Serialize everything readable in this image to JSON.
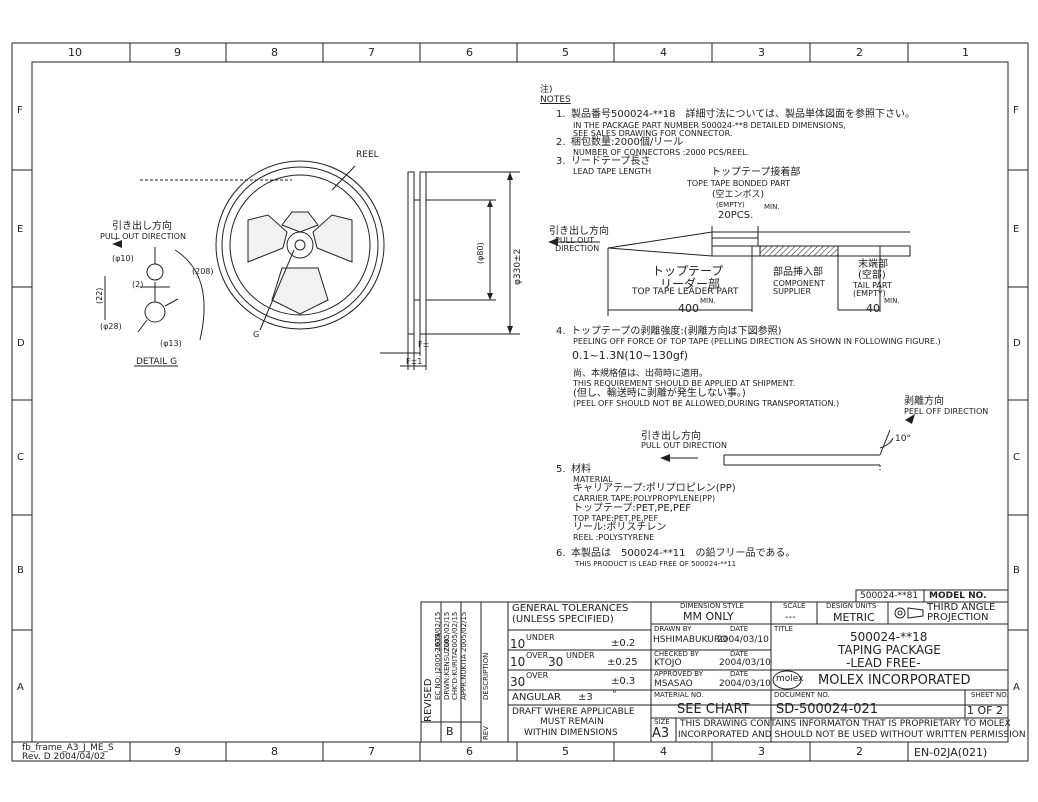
{
  "frame": {
    "col_labels": [
      "10",
      "9",
      "8",
      "7",
      "6",
      "5",
      "4",
      "3",
      "2",
      "1"
    ],
    "row_labels": [
      "F",
      "E",
      "D",
      "C",
      "B",
      "A"
    ],
    "corner_frame_name": "fb_frame_A3_J_ME_S",
    "corner_frame_rev": "Rev. D 2004/04/02",
    "form_no": "EN-02JA(021)"
  },
  "drawing": {
    "reel_label": "REEL",
    "pull_out_jp": "引き出し方向",
    "pull_out_en": "PULL OUT DIRECTION",
    "dim_phi10": "(φ10)",
    "dim_2": "(2)",
    "dim_22": "(22)",
    "dim_phi28": "(φ28)",
    "dim_phi13": "(φ13)",
    "dim_r208": "(208)",
    "dim_phi80": "(φ80)",
    "dim_phi330": "φ330±2",
    "g_label": "G",
    "detail_label": "DETAIL G",
    "dim_f1": "F±",
    "dim_f2": "F±1"
  },
  "notes": {
    "heading_jp": "注)",
    "heading_en": "NOTES",
    "n1_num": "1.",
    "n1_jp": "製品番号500024-**18　詳細寸法については、製品単体図面を参照下さい。",
    "n1_en1": "IN THE PACKAGE PART NUMBER 500024-**8 DETAILED DIMENSIONS,",
    "n1_en2": "SEE SALES DRAWING FOR CONNECTOR.",
    "n2_num": "2.",
    "n2_jp": "梱包数量:2000個/リール",
    "n2_en": "NUMBER OF CONNECTORS :2000 PCS/REEL.",
    "n3_num": "3.",
    "n3_jp": "リードテープ長さ",
    "n3_en": "LEAD TAPE LENGTH",
    "tape_bonded_jp": "トップテープ接着部",
    "tape_bonded_en": "TOPE TAPE BONDED PART",
    "empty_jp": "(空エンボス)",
    "empty_en": "(EMPTY)",
    "min_label": "MIN.",
    "pcs20": "20PCS.",
    "pull_jp": "引き出し方向",
    "pull_en1": "PULL OUT",
    "pull_en2": "DIRECTION",
    "leader_jp1": "トップテープ",
    "leader_jp2": "リーダー部",
    "leader_en": "TOP TAPE LEADER PART",
    "comp_jp": "部品挿入部",
    "comp_en1": "COMPONENT",
    "comp_en2": "SUPPLIER",
    "tail_jp1": "末端部",
    "tail_jp2": "(空部)",
    "tail_en1": "TAIL PART",
    "tail_en2": "(EMPTY)",
    "len400": "400",
    "len40": "40",
    "n4_num": "4.",
    "n4_jp": "トップテープの剥離強度:(剥離方向は下図参照)",
    "n4_en": "PEELING OFF FORCE OF TOP TAPE (PELLING DIRECTION AS SHOWN IN FOLLOWING FIGURE.)",
    "n4_value": "0.1~1.3N(10~130gf)",
    "n4_jp2": "尚、本規格値は、出荷時に適用。",
    "n4_en2": "THIS REQUIREMENT SHOULD BE APPLIED AT SHIPMENT.",
    "n4_jp3": "(但し、輸送時に剥離が発生しない事。)",
    "n4_en3": "(PEEL OFF SHOULD NOT BE ALLOWED,DURING TRANSPORTATION.)",
    "peel_jp": "剥離方向",
    "peel_en": "PEEL OFF DIRECTION",
    "angle": "10°",
    "pull2_jp": "引き出し方向",
    "pull2_en": "PULL OUT DIRECTION",
    "n5_num": "5.",
    "n5_jp": "材料",
    "n5_en": "MATERIAL",
    "n5_carrier_jp": "キャリアテープ:ポリプロピレン(PP)",
    "n5_carrier_en": "CARRIER TAPE:POLYPROPYLENE(PP)",
    "n5_top_jp": "トップテープ:PET,PE,PEF",
    "n5_top_en": "TOP TAPE:PET,PE,PEF",
    "n5_reel_jp": "リール:ポリスチレン",
    "n5_reel_en": "REEL :POLYSTYRENE",
    "n6_num": "6.",
    "n6_jp": "本製品は　500024-**11　の鉛フリー品である。",
    "n6_en": "THIS PRODUCT IS LEAD FREE OF 500024-**11"
  },
  "title_block": {
    "model_value": "500024-**81",
    "model_label": "MODEL NO.",
    "revised_label": "REVISED",
    "ec_no": "EC NO: J2005-1634",
    "drwn": "DRWN:KENSUZUK",
    "chkd": "CHK'D:KURITA",
    "apprd": "APPR:NUKITA",
    "date1": "2005/02/15",
    "date2": "2005/02/15",
    "date3": "2005/02/15",
    "date4": "2005/02/15",
    "description_label": "DESCRIPTION",
    "rev_label": "REV",
    "rev_value": "B",
    "gen_tol_1": "GENERAL TOLERANCES",
    "gen_tol_2": "(UNLESS SPECIFIED)",
    "tol_rows": [
      {
        "range_a": "10",
        "word_a": "UNDER",
        "range_b": "",
        "word_b": "",
        "tol": "±0.2"
      },
      {
        "range_a": "10",
        "word_a": "OVER",
        "range_b": "30",
        "word_b": "UNDER",
        "tol": "±0.25"
      },
      {
        "range_a": "30",
        "word_a": "OVER",
        "range_b": "",
        "word_b": "",
        "tol": "±0.3"
      }
    ],
    "angular_label": "ANGULAR",
    "angular_tol": "±3",
    "angular_unit": "°",
    "draft_1": "DRAFT WHERE APPLICABLE",
    "draft_2": "MUST REMAIN",
    "draft_3": "WITHIN DIMENSIONS",
    "dim_style_label": "DIMENSION STYLE",
    "dim_style_value": "MM ONLY",
    "scale_label": "SCALE",
    "scale_value": "---",
    "design_units_label": "DESIGN UNITS",
    "design_units_value": "METRIC",
    "projection_1": "THIRD ANGLE",
    "projection_2": "PROJECTION",
    "drawn_by_label": "DRAWN BY",
    "drawn_by_value": "HSHIMABUKURO",
    "drawn_date": "2004/03/10",
    "checked_by_label": "CHECKED BY",
    "checked_by_value": "KTOJO",
    "checked_date": "2004/03/10",
    "approved_by_label": "APPROVED BY",
    "approved_by_value": "MSASAO",
    "approved_date": "2004/03/10",
    "date_label": "DATE",
    "title_label": "TITLE",
    "title_1": "500024-**18",
    "title_2": "TAPING PACKAGE",
    "title_3": "-LEAD FREE-",
    "logo_text": "molex",
    "company": "MOLEX INCORPORATED",
    "material_label": "MATERIAL NO.",
    "material_value": "SEE CHART",
    "document_label": "DOCUMENT NO.",
    "document_value": "SD-500024-021",
    "sheet_label": "SHEET NO.",
    "sheet_value": "1 OF 2",
    "size_label": "SIZE",
    "size_value": "A3",
    "proprietary_1": "THIS DRAWING CONTAINS INFORMATON THAT IS PROPRIETARY TO MOLEX",
    "proprietary_2": "INCORPORATED AND SHOULD NOT BE USED WITHOUT WRITTEN PERMISSION"
  }
}
